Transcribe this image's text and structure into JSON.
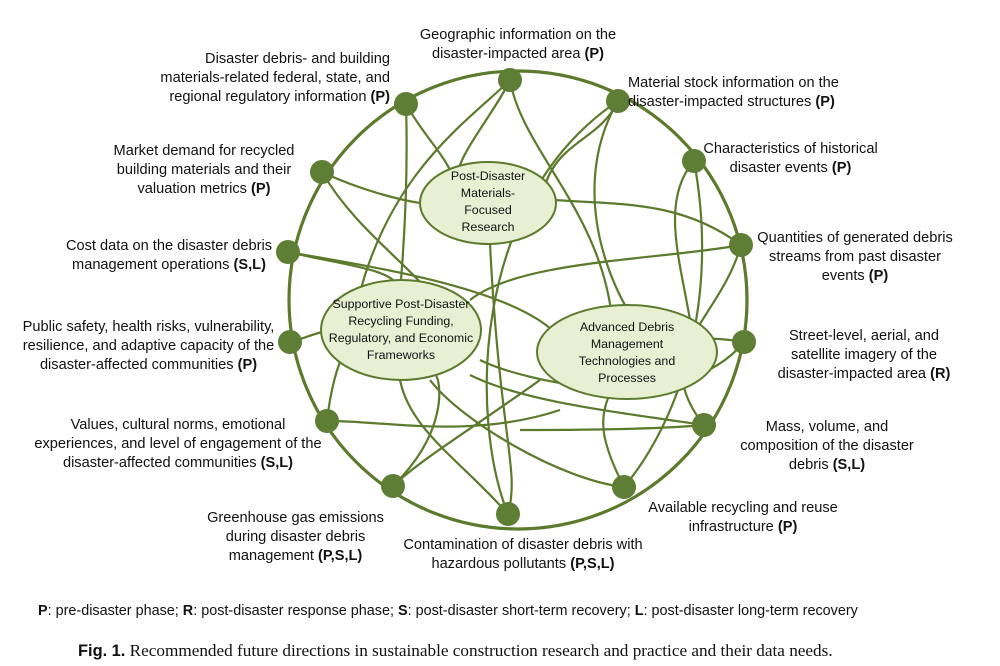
{
  "colors": {
    "ring": "#5c7a2c",
    "node": "#5e7d35",
    "ellipse_fill": "#e8f0d4",
    "ellipse_stroke": "#5c7a2c"
  },
  "nodes": [
    {
      "id": "geo",
      "text": "Geographic information on the disaster-impacted area",
      "phase": "(P)"
    },
    {
      "id": "material",
      "text": "Material stock information on the disaster-impacted structures",
      "phase": "(P)"
    },
    {
      "id": "historical",
      "text": "Characteristics of historical disaster events",
      "phase": "(P)"
    },
    {
      "id": "quantities",
      "text": "Quantities of generated debris streams from past disaster events",
      "phase": "(P)"
    },
    {
      "id": "imagery",
      "text": "Street-level, aerial, and satellite imagery of the disaster-impacted area",
      "phase": "(R)"
    },
    {
      "id": "mass",
      "text": "Mass, volume, and composition of the disaster debris",
      "phase": "(S,L)"
    },
    {
      "id": "recycling",
      "text": "Available recycling and reuse infrastructure",
      "phase": "(P)"
    },
    {
      "id": "contamination",
      "text": "Contamination of disaster debris with hazardous pollutants",
      "phase": "(P,S,L)"
    },
    {
      "id": "ghg",
      "text": "Greenhouse gas emissions during disaster debris management",
      "phase": "(P,S,L)"
    },
    {
      "id": "values",
      "text": "Values, cultural norms, emotional experiences, and level of engagement of the disaster-affected communities",
      "phase": "(S,L)"
    },
    {
      "id": "safety",
      "text": "Public safety, health risks, vulnerability, resilience, and adaptive capacity of the disaster-affected communities",
      "phase": "(P)"
    },
    {
      "id": "cost",
      "text": "Cost data on the disaster debris management operations",
      "phase": "(S,L)"
    },
    {
      "id": "market",
      "text": "Market demand for recycled building materials and their valuation metrics",
      "phase": "(P)"
    },
    {
      "id": "regulatory",
      "text": "Disaster debris- and building materials-related federal, state, and regional regulatory information",
      "phase": "(P)"
    }
  ],
  "ellipses": {
    "research": "Post-Disaster Materials-Focused Research",
    "frameworks": "Supportive Post-Disaster Recycling Funding, Regulatory, and Economic Frameworks",
    "technologies": "Advanced Debris Management Technologies and Processes"
  },
  "legend": {
    "p_key": "P",
    "p_text": ": pre-disaster phase; ",
    "r_key": "R",
    "r_text": ": post-disaster response phase; ",
    "s_key": "S",
    "s_text": ": post-disaster short-term recovery; ",
    "l_key": "L",
    "l_text": ": post-disaster long-term recovery"
  },
  "caption": {
    "label": "Fig. 1.",
    "text": " Recommended future directions in sustainable construction research and practice and their data needs."
  }
}
